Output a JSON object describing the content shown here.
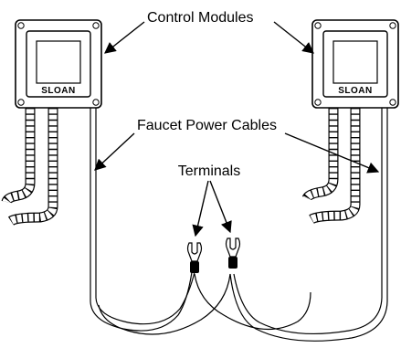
{
  "labels": {
    "control_modules": "Control Modules",
    "power_cables": "Faucet Power Cables",
    "terminals": "Terminals"
  },
  "modules": [
    {
      "brand": "SLOAN"
    },
    {
      "brand": "SLOAN"
    }
  ],
  "colors": {
    "line": "#000000",
    "background": "#ffffff"
  }
}
